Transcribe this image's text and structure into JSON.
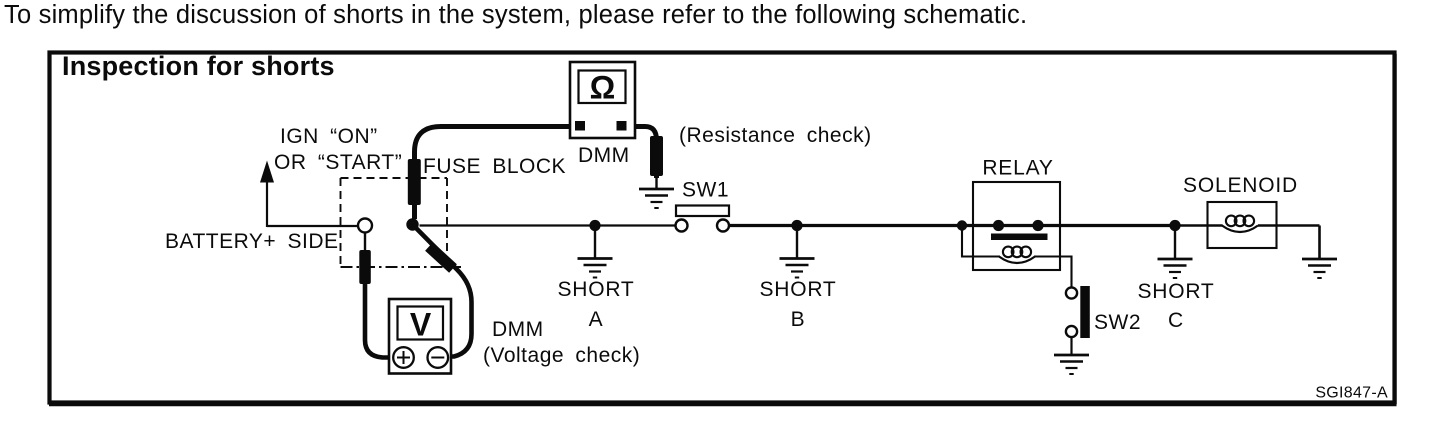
{
  "page": {
    "caption": "To simplify the discussion of shorts in the system, please refer to the following schematic."
  },
  "panel": {
    "title": "Inspection for shorts",
    "figure_code": "SGI847-A",
    "ink": "#0b0b0b",
    "paper": "#ffffff"
  },
  "schematic": {
    "source": {
      "ign_line1": "IGN “ON”",
      "ign_line2": "OR “START”",
      "battery": "BATTERY+ SIDE"
    },
    "fuse_block": {
      "label": "FUSE BLOCK"
    },
    "ohmmeter": {
      "display": "Ω",
      "label": "DMM",
      "note": "(Resistance check)"
    },
    "voltmeter": {
      "display": "V",
      "label": "DMM",
      "note": "(Voltage check)"
    },
    "sw1": {
      "label": "SW1"
    },
    "sw2": {
      "label": "SW2"
    },
    "relay": {
      "label": "RELAY"
    },
    "solenoid": {
      "label": "SOLENOID"
    },
    "short_a": {
      "word": "SHORT",
      "id": "A"
    },
    "short_b": {
      "word": "SHORT",
      "id": "B"
    },
    "short_c": {
      "word": "SHORT",
      "id": "C"
    }
  }
}
